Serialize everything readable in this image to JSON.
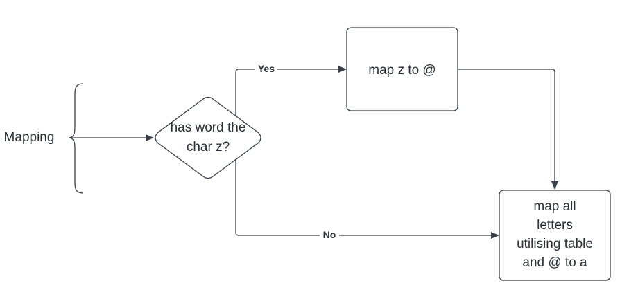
{
  "diagram": {
    "mapping_label": "Mapping",
    "decision": {
      "line1": "has word the",
      "line2": "char z?"
    },
    "map_z": {
      "text": "map z to @"
    },
    "map_all": {
      "line1": "map all",
      "line2": "letters",
      "line3": "utilising table",
      "line4": "and @ to a"
    },
    "edges": {
      "yes_label": "Yes",
      "no_label": "No"
    }
  },
  "colors": {
    "stroke": "#3a3f47",
    "text": "#2b2f36",
    "background": "#ffffff"
  }
}
